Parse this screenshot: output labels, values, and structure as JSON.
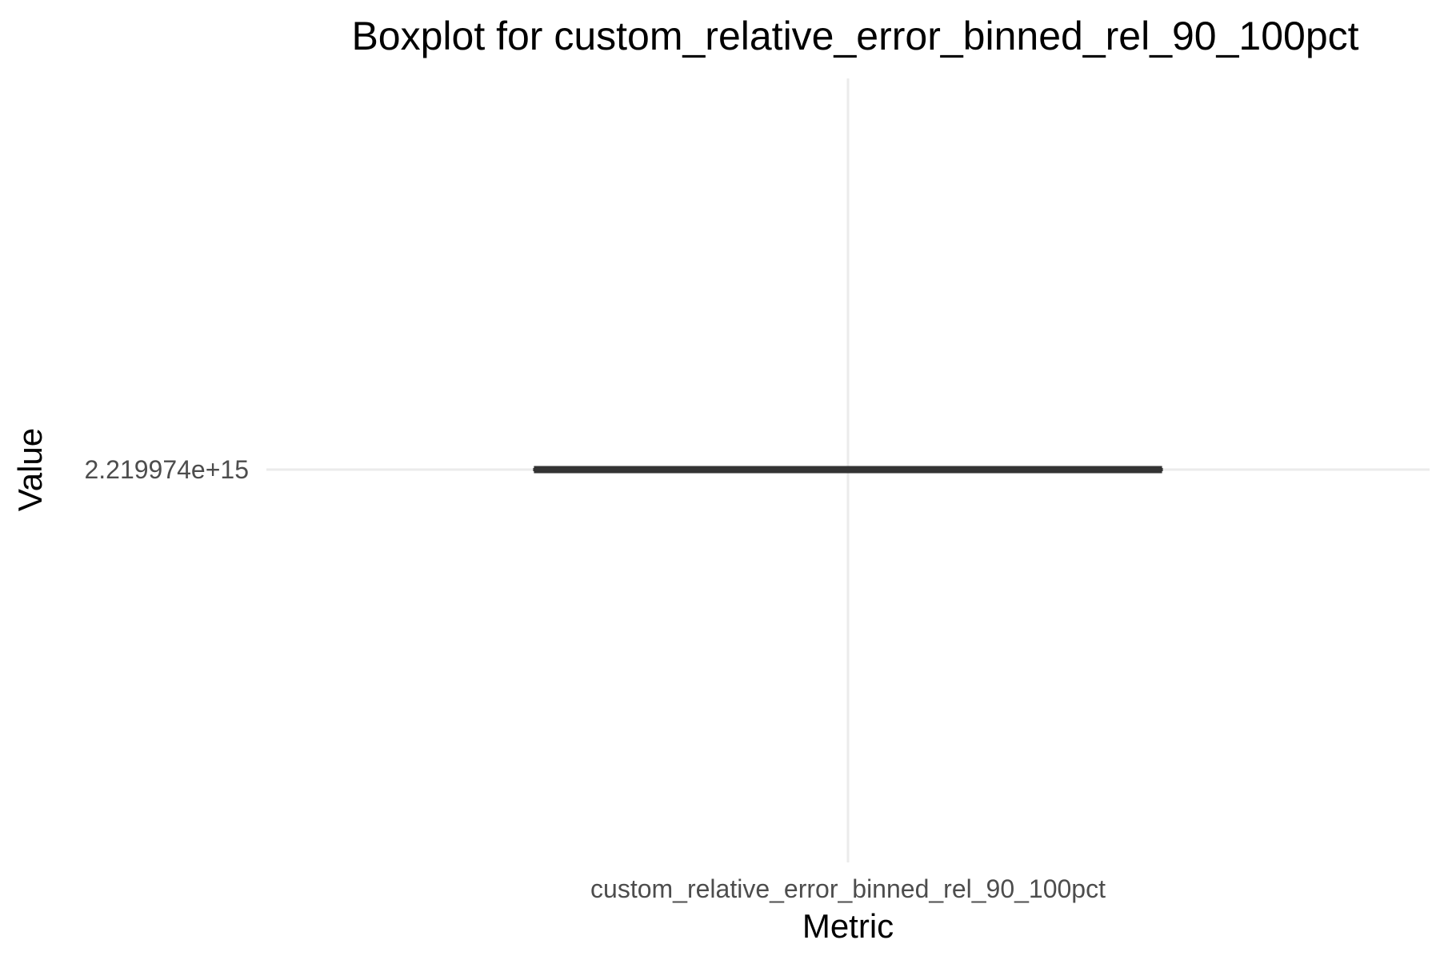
{
  "chart_data": {
    "type": "box",
    "title": "Boxplot for custom_relative_error_binned_rel_90_100pct",
    "xlabel": "Metric",
    "ylabel": "Value",
    "categories": [
      "custom_relative_error_binned_rel_90_100pct"
    ],
    "y_ticks": [
      "2.219974e+15"
    ],
    "boxes": [
      {
        "category": "custom_relative_error_binned_rel_90_100pct",
        "min": 2219974000000000.0,
        "q1": 2219974000000000.0,
        "median": 2219974000000000.0,
        "q3": 2219974000000000.0,
        "max": 2219974000000000.0
      }
    ],
    "grid": true,
    "legend": "none",
    "colors": {
      "box": "#333333",
      "grid": "#ebebeb",
      "tick_text": "#4d4d4d",
      "title_text": "#000000"
    }
  }
}
